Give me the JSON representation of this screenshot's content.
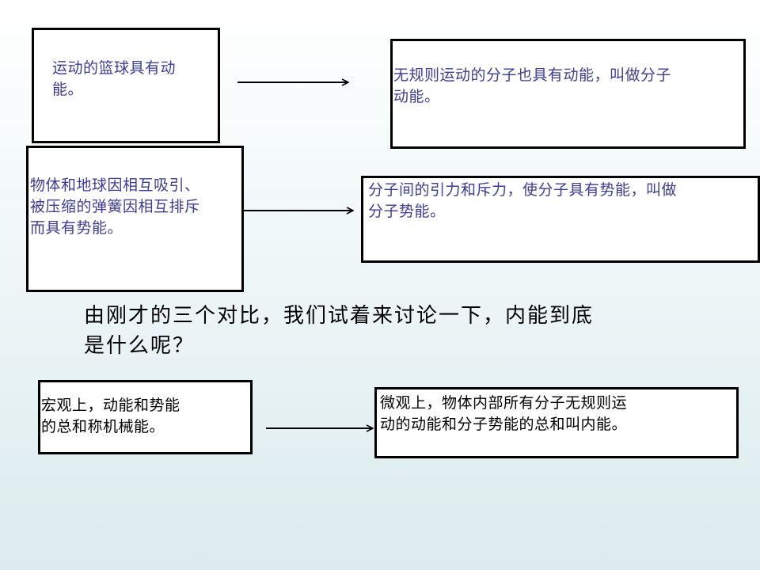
{
  "row1": {
    "left_text": "运动的篮球具有动\n能。",
    "right_text": "无规则运动的分子也具有动能，叫做分子\n动能。"
  },
  "row2": {
    "left_text": "物体和地球因相互吸引、\n被压缩的弹簧因相互排斥\n而具有势能。",
    "right_text": "分子间的引力和斥力，使分子具有势能，叫做\n分子势能。"
  },
  "question": "由刚才的三个对比，我们试着来讨论一下，内能到底\n是什么呢？",
  "row3": {
    "left_text": "宏观上，动能和势能\n的总和称机械能。",
    "right_text": "微观上，物体内部所有分子无规则运\n动的动能和分子势能的总和叫内能。"
  },
  "colors": {
    "blue_text": "#3d3d99",
    "black_text": "#000000",
    "box_border": "#000000",
    "arrow": "#000000"
  },
  "icons": [
    "arrow-right-icon"
  ]
}
